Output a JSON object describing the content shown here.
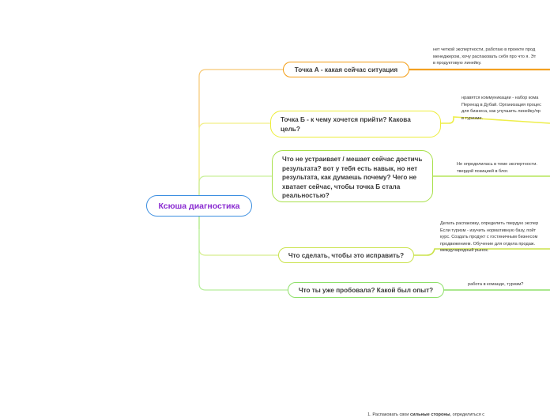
{
  "root": {
    "label": "Ксюша диагностика"
  },
  "branches": [
    {
      "label": "Точка А - какая сейчас ситуация",
      "color": "#f39c12",
      "note": "нет четкой экспертности, работаю в проекте прод\nменеджером, хочу распаковать себя про что я. Эт\nв продуктовую линейку."
    },
    {
      "label": "Точка Б - к чему хочется прийти? Какова цель?",
      "color": "#eded3a",
      "note": "нравятся коммуникации - набор кома\nПереезд в Дубай. Организация процес\nдля бизнеса, как улучшить линейку/пр\nв туризме."
    },
    {
      "label": "Что не устраивает / мешает сейчас достичь результата? вот у тебя есть навык, но нет результата, как думаешь почему? Чего не хватает сейчас, чтобы точка Б стала реальностью?",
      "color": "#a8e04a",
      "note": "Не определилась в теме экспертности.\nтвердой позицией в блог."
    },
    {
      "label": "Что сделать, чтобы это исправить?",
      "color": "#c9e24a",
      "note": "Делать распаковку, определить твердую экспер\nЕсли туризм - изучить нормативную базу, пойт\nкурс. Создать продукт с гостиничным бизнесом\nпродвижением. Обучение для отдела продаж.\nмеждународный рынок."
    },
    {
      "label": "Что ты уже пробовала? Какой был опыт?",
      "color": "#8fe06a",
      "note": "работа в команде, туризм?"
    }
  ],
  "bottom_note": {
    "prefix": "1. Распаковать свои ",
    "bold": "сильные стороны",
    "suffix": ", определиться с"
  },
  "colors": {
    "root_border": "#3b8ee0",
    "root_text": "#8a2bd1",
    "trunk": "#b4ec90"
  }
}
